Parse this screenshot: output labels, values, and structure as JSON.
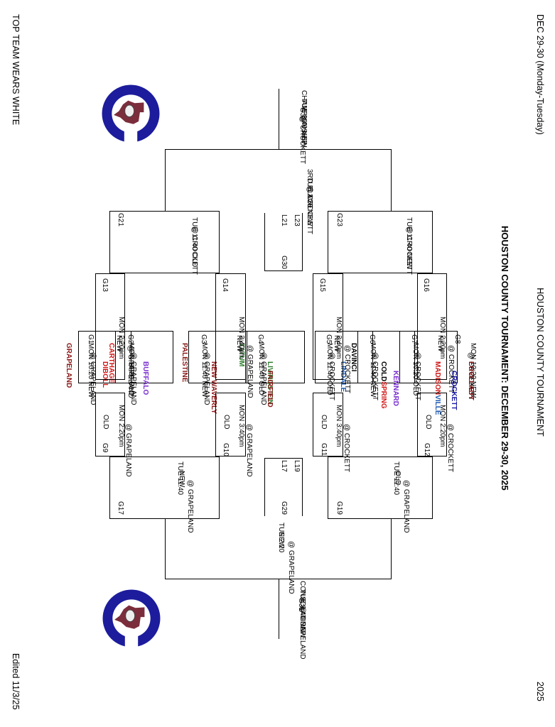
{
  "header": {
    "left": "DEC 29-30 (Monday-Tuesday)",
    "center": "HOUSTON COUNTY TOURNAMENT",
    "right": "2025"
  },
  "footer": {
    "left": "TOP TEAM WEARS WHITE",
    "right": "Edited 11/3/25"
  },
  "title": "HOUSTON COUNTY TOURNAMENT: DECEMBER 29-30, 2025",
  "colors": {
    "maroon": "#8b1a1a",
    "red": "#d11a1a",
    "purple": "#7a2fd0",
    "green": "#2e7d2e",
    "blue": "#1f5ab0",
    "navy": "#1a1aa6",
    "logo_ring": "#1c1c9c",
    "logo_texas": "#7b2d3b"
  },
  "first_round": [
    {
      "game": "G1",
      "time": "MON 10:20 NEW",
      "site": "@ GRAPELAND",
      "top": "GRAPELAND",
      "top_color": "#8b1a1a",
      "bottom": "DIBOLL",
      "bottom_color": "#d11a1a"
    },
    {
      "game": "G2",
      "time": "MON 10:20 OLD",
      "site": "@ GRAPELAND",
      "top": "CARTHAGE",
      "top_color": "#d11a1a",
      "bottom": "BUFFALO",
      "bottom_color": "#7a2fd0"
    },
    {
      "game": "G3",
      "time": "MON 11:40 NEW",
      "site": "@ GRAPELAND",
      "top": "PALESTINE",
      "top_color": "#8b1a1a",
      "bottom": "NEW WAVERLY",
      "bottom_color": "#8b1a1a"
    },
    {
      "game": "G4",
      "time": "MON 11:40 OLD",
      "site": "@ GRAPELAND",
      "top": "TATUM",
      "top_color": "#2e7d2e",
      "bottom": "LIVINGSTON",
      "bottom_color": "#2e7d2e"
    },
    {
      "game": "G5",
      "time": "MON 11:40 OLD",
      "site": "@ CROCKETT",
      "top": "FAIRFIELD",
      "top_color": "#8b1a1a",
      "bottom": "LINDALE",
      "bottom_color": "#1f5ab0"
    },
    {
      "game": "G6",
      "time": "MON 11:40 NEW",
      "site": "@ CROCKETT",
      "top": "DAVINCI",
      "top_color": "#000000",
      "bottom_a": "COLD",
      "bottom_a_color": "#000000",
      "bottom_b": "SPRING",
      "bottom_b_color": "#d11a1a"
    },
    {
      "game": "G7",
      "time": "MON 10:20 OLD",
      "site": "@ CROCKETT",
      "top": "KENNARD",
      "top_color": "#7a2fd0",
      "bottom_a": "MADISON",
      "bottom_a_color": "#d11a1a",
      "bottom_b": "VILLE",
      "bottom_b_color": "#1f5ab0"
    },
    {
      "game": "G8",
      "time": "MON 10:20 NEW",
      "site": "@ CROCKETT",
      "top": "CROCKETT",
      "top_color": "#1a1aa6",
      "bottom": "LOVELADY",
      "bottom_color": "#8b1a1a"
    }
  ],
  "winners_second": [
    {
      "game": "G13",
      "l1": "MON 2:20pm",
      "l2": "NEW",
      "l3": "@ GRAPELAND"
    },
    {
      "game": "G14",
      "l1": "MON 3:40pm",
      "l2": "NEW",
      "l3": "@ GRAPELAND"
    },
    {
      "game": "G15",
      "l1": "MON 3:40pm",
      "l2": "NEW",
      "l3": "@ CROCKETT"
    },
    {
      "game": "G16",
      "l1": "MON 2:20pm",
      "l2": "NEW",
      "l3": "@ CROCKETT"
    }
  ],
  "losers_second": [
    {
      "game": "G9",
      "l1": "MON  2:20pm",
      "l2": "OLD",
      "l3": "@ GRAPELAND"
    },
    {
      "game": "G10",
      "l1": "MON 3:40pm",
      "l2": "OLD",
      "l3": "@ GRAPELAND"
    },
    {
      "game": "G11",
      "l1": "MON 3:40pm",
      "l2": "OLD",
      "l3": "@ CROCKETT"
    },
    {
      "game": "G12",
      "l1": "MON 2:20pm",
      "l2": "OLD",
      "l3": "@ CROCKETT"
    }
  ],
  "semis": {
    "g21": {
      "game": "G21",
      "l1": "TUE 11:40 OLD",
      "l2": "@ CROCKETT"
    },
    "g23": {
      "game": "G23",
      "l1": "TUE 11:40 NEW",
      "l2": "@ CROCKETT"
    },
    "g17": {
      "game": "G17",
      "l1": "TUE 11:40",
      "l2": "NEW",
      "l3": "@ GRAPELAND"
    },
    "g19": {
      "game": "G19",
      "l1": "TUE 11:40",
      "l2": "OLD",
      "l3": "@ GRAPELAND"
    }
  },
  "middle": {
    "l21": "L21",
    "l23": "L23",
    "g30": "G30",
    "l17": "L17",
    "l19": "L19",
    "g29": "G29",
    "third": {
      "l1": "3RD PLACE",
      "l2": "TUE 2:20 NEW",
      "l3": "@ CROCKETT"
    },
    "g29_info": {
      "l1": "TUE 2:20",
      "l2": "NEW",
      "l3": "@ GRAPELAND"
    }
  },
  "championship": {
    "l1": "CHAMPIONSHIP",
    "l2": "TUE 3:40 NEW",
    "l3": "G32",
    "l4": "@ CROCKETT"
  },
  "consolation": {
    "l1": "CONSOLATION",
    "l2": "TUE 3:40 NEW",
    "l3": "G31",
    "l4": "@ GRAPELAND"
  },
  "logos": [
    {
      "name": "school-logo-top",
      "icon": "crockett-c-logo"
    },
    {
      "name": "school-logo-bottom",
      "icon": "crockett-c-logo"
    }
  ]
}
